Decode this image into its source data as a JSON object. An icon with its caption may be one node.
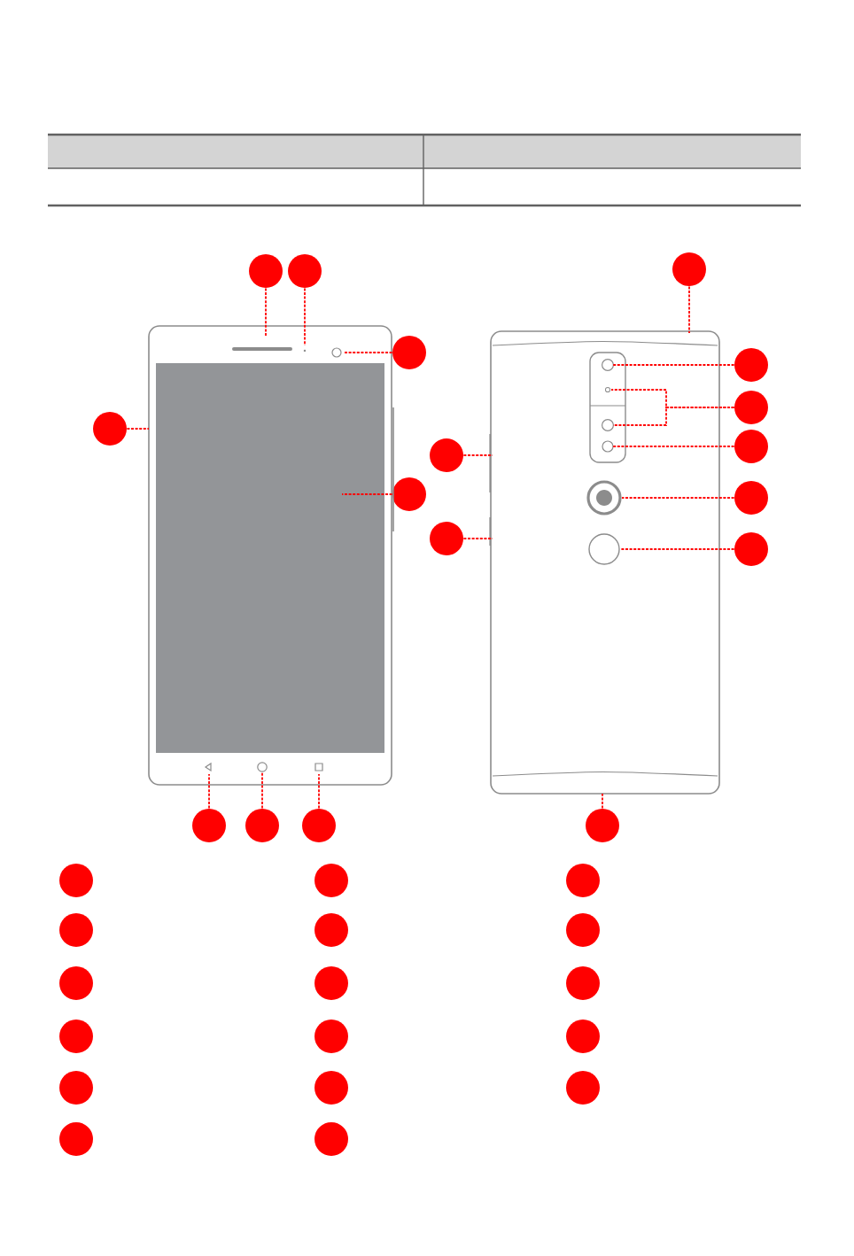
{
  "diagram": {
    "nodes": [
      {
        "text": [],
        "shape": "circle"
      },
      {
        "text": [],
        "shape": "circle"
      },
      {
        "text": [],
        "shape": "circle"
      },
      {
        "text": [],
        "shape": "circle"
      },
      {
        "text": [],
        "shape": "circle"
      },
      {
        "text": [],
        "shape": "circle"
      },
      {
        "text": [],
        "shape": "circle"
      },
      {
        "text": [],
        "shape": "circle"
      },
      {
        "text": [],
        "shape": "circle"
      },
      {
        "text": [],
        "shape": "circle"
      },
      {
        "text": [],
        "shape": "circle"
      },
      {
        "text": [],
        "shape": "circle"
      },
      {
        "text": [],
        "shape": "circle"
      },
      {
        "text": [],
        "shape": "circle"
      },
      {
        "text": [],
        "shape": "circle"
      },
      {
        "text": [],
        "shape": "circle"
      },
      {
        "text": [],
        "shape": "circle"
      },
      {
        "text": [],
        "shape": "circle"
      },
      {
        "text": [],
        "shape": "circle"
      },
      {
        "text": [],
        "shape": "circle"
      },
      {
        "text": [],
        "shape": "circle"
      },
      {
        "text": [],
        "shape": "circle"
      },
      {
        "text": [],
        "shape": "circle"
      },
      {
        "text": [],
        "shape": "circle"
      },
      {
        "text": [],
        "shape": "circle"
      },
      {
        "text": [],
        "shape": "circle"
      },
      {
        "text": [],
        "shape": "circle"
      },
      {
        "text": [],
        "shape": "circle"
      },
      {
        "text": [],
        "shape": "circle"
      },
      {
        "text": [],
        "shape": "circle"
      },
      {
        "text": [],
        "shape": "circle"
      },
      {
        "text": [],
        "shape": "circle"
      },
      {
        "text": [],
        "shape": "circle"
      },
      {
        "text": [],
        "shape": "circle"
      },
      {
        "text": [],
        "shape": "picture"
      },
      {
        "text": [],
        "shape": "picture"
      }
    ],
    "edges": [
      {
        "from": 0,
        "to": 34,
        "arrow": "none",
        "style": "dashed"
      },
      {
        "from": 1,
        "to": 34,
        "arrow": "none",
        "style": "dashed"
      },
      {
        "from": 2,
        "to": 35,
        "arrow": "none",
        "style": "dashed"
      },
      {
        "from": 3,
        "to": 34,
        "arrow": "none",
        "style": "dashed"
      },
      {
        "from": 4,
        "to": 35,
        "arrow": "none",
        "style": "dashed"
      },
      {
        "from": 5,
        "to": 35,
        "arrow": "none",
        "style": "dashed"
      },
      {
        "from": 5,
        "to": 35,
        "arrow": "none",
        "style": "dashed"
      },
      {
        "from": 6,
        "to": 34,
        "arrow": "none",
        "style": "dashed"
      },
      {
        "from": 7,
        "to": 35,
        "arrow": "none",
        "style": "dashed"
      },
      {
        "from": 8,
        "to": 35,
        "arrow": "none",
        "style": "dashed"
      },
      {
        "from": 9,
        "to": 34,
        "arrow": "none",
        "style": "dashed"
      },
      {
        "from": 10,
        "to": 35,
        "arrow": "none",
        "style": "dashed"
      },
      {
        "from": 11,
        "to": 35,
        "arrow": "none",
        "style": "dashed"
      },
      {
        "from": 12,
        "to": 35,
        "arrow": "none",
        "style": "dashed"
      },
      {
        "from": 13,
        "to": 34,
        "arrow": "none",
        "style": "dashed"
      },
      {
        "from": 14,
        "to": 34,
        "arrow": "none",
        "style": "dashed"
      },
      {
        "from": 15,
        "to": 34,
        "arrow": "none",
        "style": "dashed"
      },
      {
        "from": 16,
        "to": 35,
        "arrow": "none",
        "style": "dashed"
      }
    ]
  }
}
